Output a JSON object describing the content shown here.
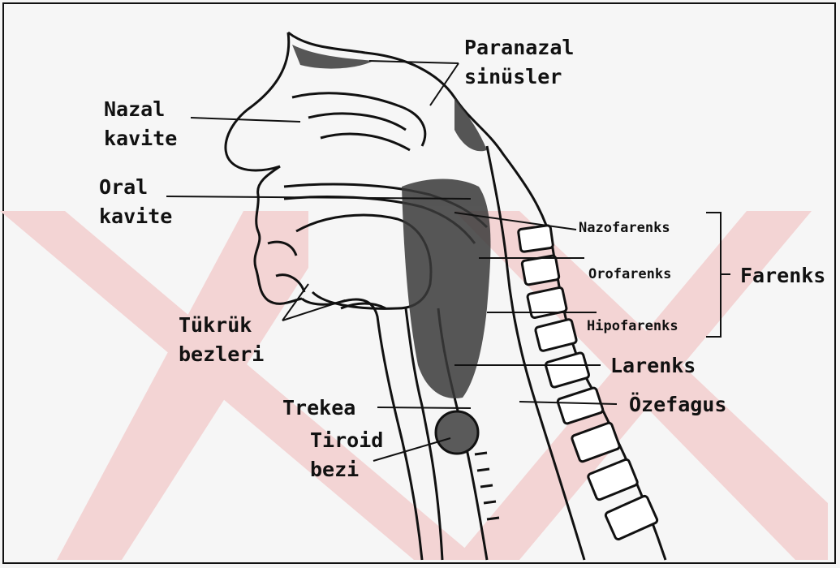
{
  "colors": {
    "background": "#f6f6f6",
    "watermark": "#f3d3d3",
    "ink": "#111111",
    "tissue": "#2a2a2a"
  },
  "labels": {
    "paranazal_line1": "Paranazal",
    "paranazal_line2": "sinüsler",
    "nazal_line1": "Nazal",
    "nazal_line2": "kavite",
    "oral_line1": "Oral",
    "oral_line2": "kavite",
    "tukruk_line1": "Tükrük",
    "tukruk_line2": "bezleri",
    "nazofarenks": "Nazofarenks",
    "orofarenks": "Orofarenks",
    "hipofarenks": "Hipofarenks",
    "farenks": "Farenks",
    "larenks": "Larenks",
    "ozefagus": "Özefagus",
    "trekea": "Trekea",
    "tiroid_line1": "Tiroid",
    "tiroid_line2": "bezi"
  }
}
